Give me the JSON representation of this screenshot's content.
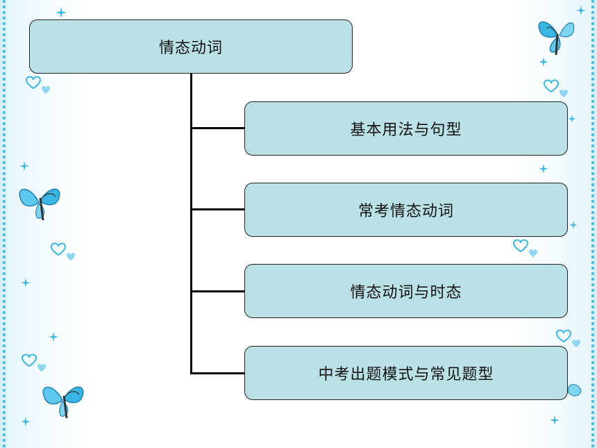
{
  "diagram": {
    "root": {
      "label": "情态动词"
    },
    "children": [
      {
        "label": "基本用法与句型"
      },
      {
        "label": "常考情态动词"
      },
      {
        "label": "情态动词与时态"
      },
      {
        "label": "中考出题模式与常见题型"
      }
    ]
  },
  "colors": {
    "node_fill": "#b9e1e6",
    "node_border": "#222222",
    "connector": "#000000",
    "butterfly": "#3ab6e4",
    "border_accent": "#4bbde6"
  },
  "decorations": {
    "left": [
      "butterfly-icon",
      "heart-icon",
      "sparkle-icon"
    ],
    "right": [
      "butterfly-icon",
      "heart-icon",
      "sparkle-icon"
    ]
  }
}
